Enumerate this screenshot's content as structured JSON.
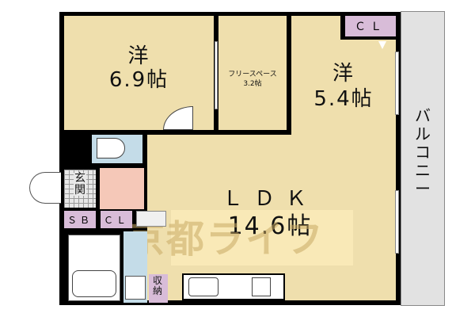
{
  "floorplan": {
    "rooms": {
      "western_1": {
        "type": "洋",
        "size": "6.9帖"
      },
      "free_space": {
        "type": "フリースペース",
        "size": "3.2帖"
      },
      "western_2": {
        "type": "洋",
        "size": "5.4帖"
      },
      "ldk": {
        "type": "ＬＤＫ",
        "size": "14.6帖"
      },
      "balcony": {
        "label": "バルコニー"
      },
      "entrance": {
        "label": "玄関"
      },
      "shoe_box": {
        "label": "ＳＢ"
      },
      "closet_entrance": {
        "label": "ＣＬ"
      },
      "closet_western_2": {
        "label": "ＣＬ"
      },
      "storage": {
        "label": "収納"
      }
    },
    "watermark": "京都ライフ",
    "colors": {
      "room_fill": "#efdfad",
      "closet_fill": "#d8bcd8",
      "wet_area_fill": "#c4dce8",
      "hallway_fill": "#f5c8b8",
      "balcony_fill": "#e2e2e2",
      "wall": "#000000"
    }
  }
}
